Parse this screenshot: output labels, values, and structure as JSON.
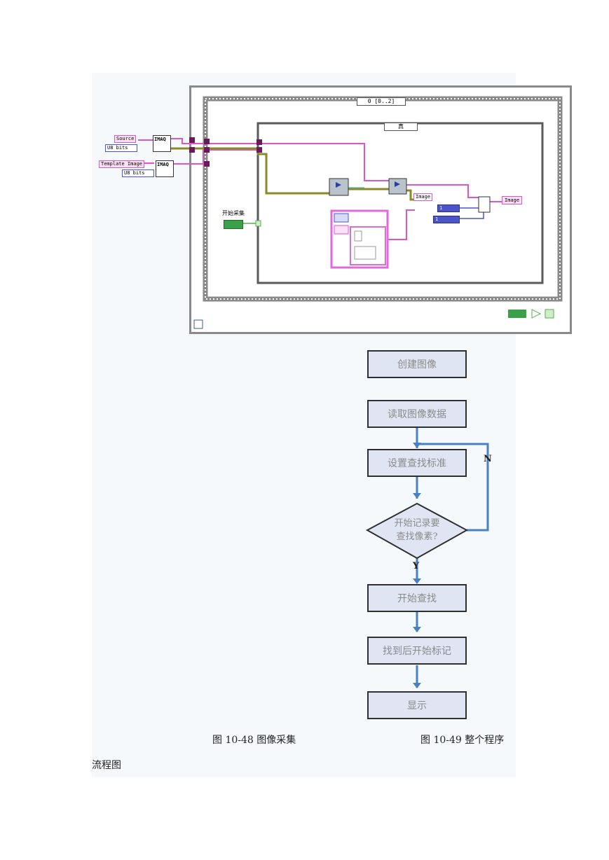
{
  "block_diagram": {
    "case_selector_outer": "0 [0..2]",
    "case_selector_inner": "真",
    "source_label": "Source",
    "source_type": "U8 bits",
    "template_label": "Template Image",
    "template_type": "U8 bits",
    "imaq_label_1": "IMAQ",
    "imaq_label_2": "IMAQ",
    "start_capture_label": "开始采集",
    "image_out_label": "Image",
    "image_mid_label": "Image",
    "const_1": "1",
    "const_2": "1"
  },
  "flowchart": {
    "steps": [
      "创建图像",
      "读取图像数据",
      "设置查找标准",
      "开始查找",
      "找到后开始标记",
      "显示"
    ],
    "decision": [
      "开始记录要",
      "查找像素?"
    ],
    "no_label": "N",
    "yes_label": "Y"
  },
  "captions": {
    "fig48": "图 10-48   图像采集",
    "fig49": "图 10-49   整个程序",
    "fig49_cont": "流程图"
  },
  "colors": {
    "page_bg": "#f6f9fc",
    "wire_pink": "#d957c9",
    "wire_olive": "#8a8a26",
    "flow_arrow": "#4a7fc1",
    "box_fill": "#dfe5f2"
  }
}
